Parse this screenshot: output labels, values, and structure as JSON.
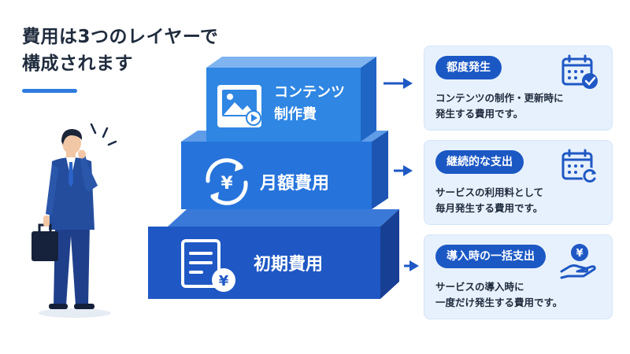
{
  "title": {
    "line1": "費用は3つのレイヤーで",
    "line2": "構成されます"
  },
  "layers": [
    {
      "label_line1": "コンテンツ",
      "label_line2": "制作費",
      "icon": "image-video-icon"
    },
    {
      "label": "月額費用",
      "icon": "yen-cycle-icon"
    },
    {
      "label": "初期費用",
      "icon": "document-yen-icon"
    }
  ],
  "cards": [
    {
      "pill": "都度発生",
      "line1": "コンテンツの制作・更新時に",
      "line2": "発生する費用です。",
      "icon": "calendar-check-icon"
    },
    {
      "pill": "継続的な支出",
      "line1": "サービスの利用料として",
      "line2": "毎月発生する費用です。",
      "icon": "calendar-refresh-icon"
    },
    {
      "pill": "導入時の一括支出",
      "line1": "サービスの導入時に",
      "line2": "一度だけ発生する費用です。",
      "icon": "hand-yen-icon"
    }
  ],
  "colors": {
    "top_box": "#2f86e3",
    "middle_box": "#2673db",
    "bottom_box": "#1f58c4",
    "pill": "#1b58c4",
    "card_bg": "#e7f1fd",
    "accent": "#2f7be0"
  }
}
